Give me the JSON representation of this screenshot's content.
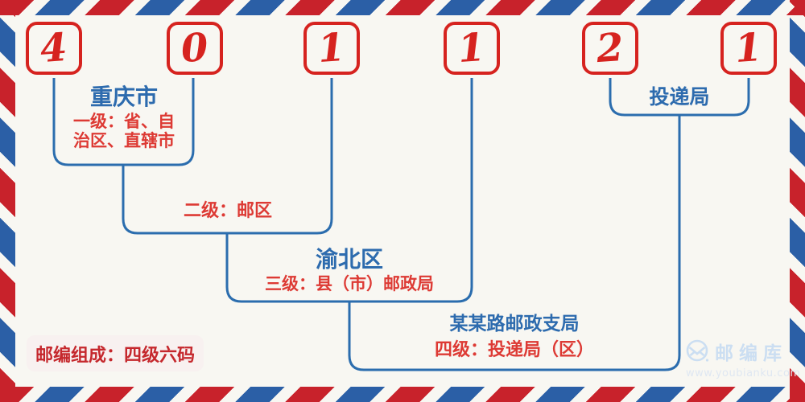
{
  "postal_code": {
    "digits": [
      "4",
      "0",
      "1",
      "1",
      "2",
      "1"
    ]
  },
  "levels": {
    "level1": {
      "title": "重庆市",
      "desc_lines": [
        "一级：省、自",
        "治区、直辖市"
      ],
      "desc_full": "一级：省、自治区、直辖市"
    },
    "level2": {
      "desc": "二级：邮区"
    },
    "level3": {
      "title": "渝北区",
      "desc": "三级：县（市）邮政局"
    },
    "level4": {
      "title": "某某路邮政支局",
      "desc": "四级：投递局（区）"
    },
    "delivery": {
      "title": "投递局"
    }
  },
  "footer": {
    "composition_note": "邮编组成：四级六码"
  },
  "watermark": {
    "brand": "邮编库",
    "url": "www.youbianku.com",
    "icon": "envelope-circle-icon"
  },
  "colors": {
    "background": "#f8f7f2",
    "border_red": "#c8222b",
    "border_blue": "#2b5fa6",
    "digit_red": "#d6231f",
    "text_blue": "#2d6bae",
    "text_red": "#dd3a34",
    "footer_red": "#c5282d",
    "line_blue": "#2b6dae",
    "watermark_blue": "#cbdef2"
  }
}
